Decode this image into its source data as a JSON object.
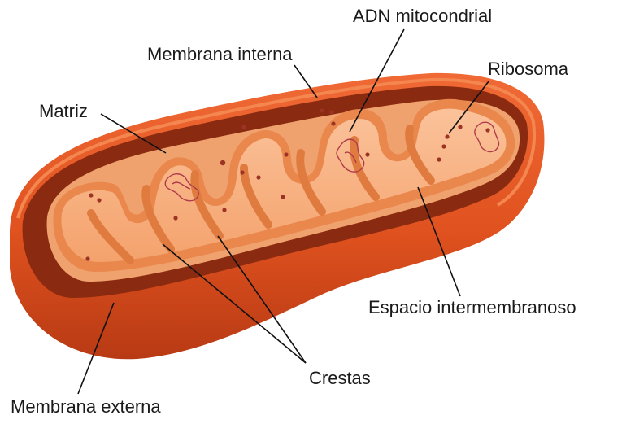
{
  "diagram": {
    "labels": {
      "adn": "ADN mitocondrial",
      "membrana_interna": "Membrana interna",
      "ribosoma": "Ribosoma",
      "matriz": "Matriz",
      "espacio": "Espacio intermembranoso",
      "crestas": "Crestas",
      "membrana_externa": "Membrana externa"
    },
    "colors": {
      "outer_membrane": "#e0521f",
      "outer_membrane_dark": "#b83a14",
      "cavity": "#8a2a10",
      "intermembrane_space": "#f0a26e",
      "inner_membrane": "#e9874c",
      "matrix": "#f8b486",
      "ribosome_dot": "#9c3426",
      "dna_strand": "#b03a4a",
      "leader_line": "#111111"
    }
  }
}
